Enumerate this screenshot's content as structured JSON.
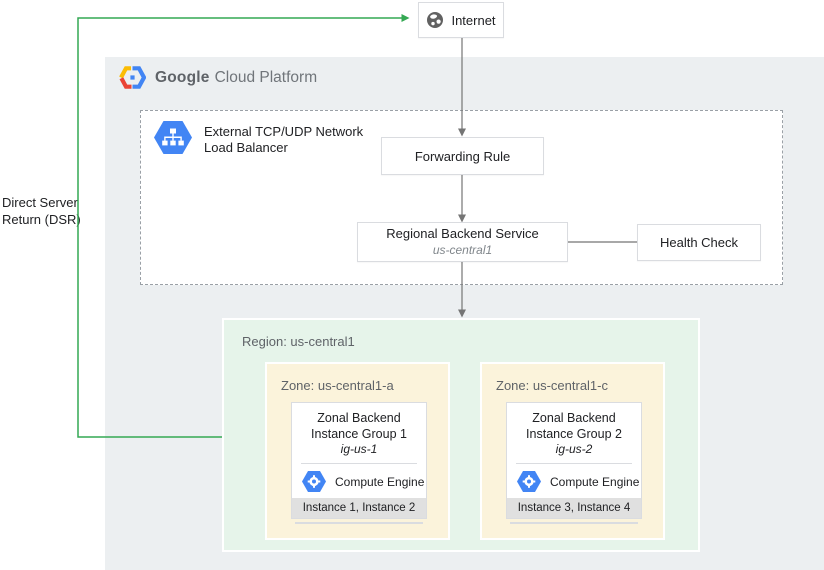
{
  "dsr": {
    "line1": "Direct Server",
    "line2": "Return (DSR)"
  },
  "internet": {
    "label": "Internet"
  },
  "gcp_header": {
    "brand": "Google",
    "suffix": "Cloud Platform"
  },
  "load_balancer": {
    "name_line1": "External TCP/UDP Network",
    "name_line2": "Load Balancer"
  },
  "forwarding_rule": {
    "label": "Forwarding Rule"
  },
  "backend_service": {
    "label": "Regional Backend Service",
    "region": "us-central1"
  },
  "health_check": {
    "label": "Health Check"
  },
  "region": {
    "label": "Region: us-central1"
  },
  "zones": [
    {
      "label": "Zone: us-central1-a",
      "group_line1": "Zonal Backend",
      "group_line2": "Instance Group 1",
      "group_id": "ig-us-1",
      "engine_label": "Compute Engine",
      "instances": "Instance 1, Instance 2"
    },
    {
      "label": "Zone: us-central1-c",
      "group_line1": "Zonal Backend",
      "group_line2": "Instance Group 2",
      "group_id": "ig-us-2",
      "engine_label": "Compute Engine",
      "instances": "Instance 3, Instance 4"
    }
  ],
  "icons": {
    "internet": "globe-icon",
    "gcp": "gcp-hexagon-logo-icon",
    "load_balancer": "network-load-balancer-hexagon-icon",
    "compute_engine": "compute-engine-hexagon-icon"
  },
  "colors": {
    "accent_green": "#34A853",
    "gcp_blue": "#4285F4",
    "panel_gray": "#ECEFF1",
    "region_green": "#E6F4EA",
    "zone_cream": "#FBF3DB",
    "arrow_gray": "#757575"
  }
}
